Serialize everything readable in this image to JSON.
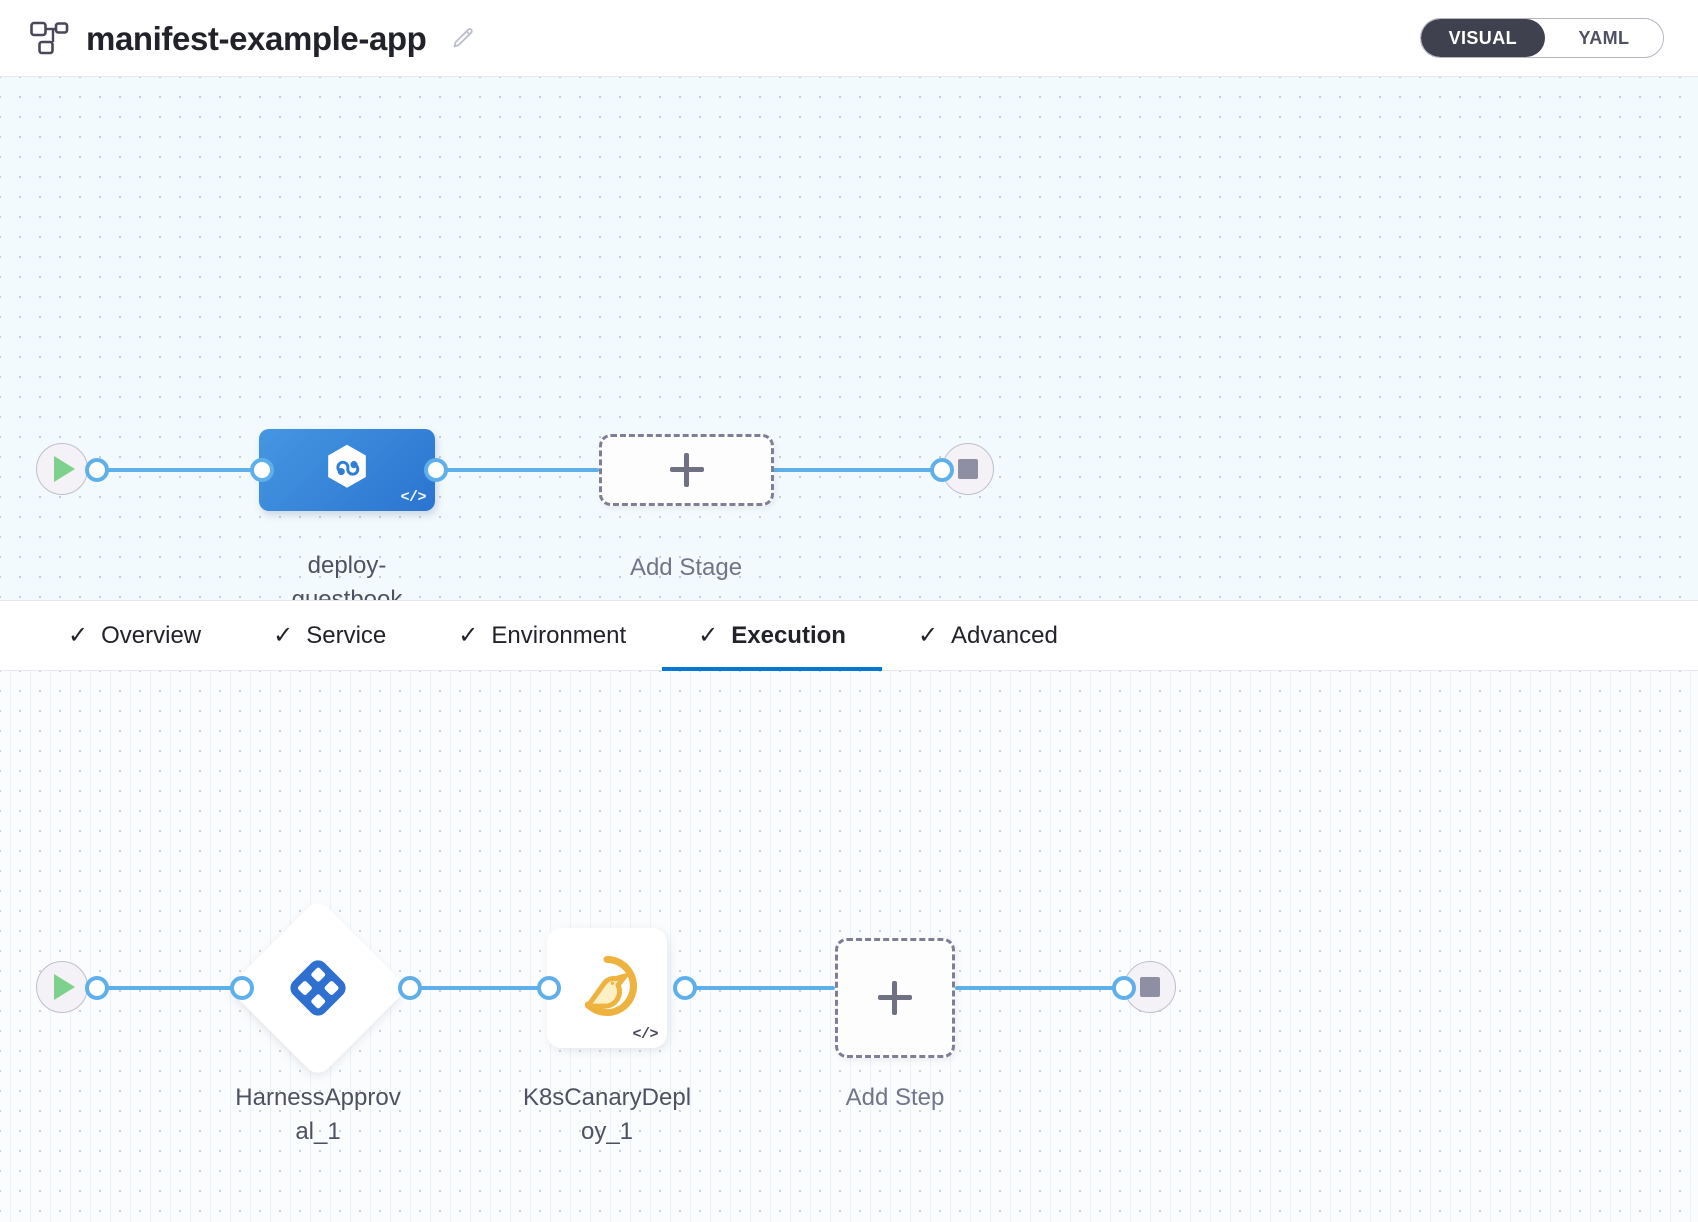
{
  "header": {
    "pipeline_icon": "pipeline-nodes-icon",
    "title": "manifest-example-app",
    "edit_icon": "edit-pencil-icon",
    "view_toggle": {
      "options": [
        {
          "label": "VISUAL",
          "active": true
        },
        {
          "label": "YAML",
          "active": false
        }
      ]
    }
  },
  "stage_graph": {
    "start_node": {
      "name": "pipeline-start-node",
      "icon": "play-icon"
    },
    "stage": {
      "name": "deploy-guestbook",
      "label": "deploy-\nguestbook",
      "icon": "harness-cd-hexagon-icon",
      "code_badge": "</>"
    },
    "add_stage": {
      "label": "Add Stage",
      "icon": "plus-icon"
    },
    "end_node": {
      "name": "pipeline-end-node",
      "icon": "stop-icon"
    }
  },
  "tabs": [
    {
      "label": "Overview",
      "check": "✓",
      "active": false
    },
    {
      "label": "Service",
      "check": "✓",
      "active": false
    },
    {
      "label": "Environment",
      "check": "✓",
      "active": false
    },
    {
      "label": "Execution",
      "check": "✓",
      "active": true
    },
    {
      "label": "Advanced",
      "check": "✓",
      "active": false
    }
  ],
  "execution_graph": {
    "start_node": {
      "name": "execution-start-node",
      "icon": "play-icon"
    },
    "steps": [
      {
        "name": "HarnessApproval_1",
        "label": "HarnessApprov\nal_1",
        "icon": "harness-approval-diamond-icon",
        "shape": "diamond",
        "code_badge": ""
      },
      {
        "name": "K8sCanaryDeploy_1",
        "label": "K8sCanaryDepl\noy_1",
        "icon": "canary-bird-icon",
        "shape": "square",
        "code_badge": "</>"
      }
    ],
    "add_step": {
      "label": "Add Step",
      "icon": "plus-icon"
    },
    "end_node": {
      "name": "execution-end-node",
      "icon": "stop-icon"
    }
  },
  "colors": {
    "accent_blue": "#0278d5",
    "edge_blue": "#5fb0ea",
    "stage_blue": "#2b74d0",
    "canary_yellow": "#efb341",
    "approval_blue": "#2f6fd0",
    "toggle_dark": "#40414f",
    "start_green": "#7ed08d"
  }
}
